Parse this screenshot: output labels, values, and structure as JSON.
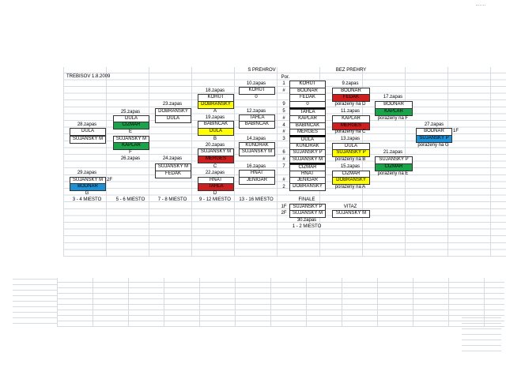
{
  "sheet": {
    "title": "TREBISOV 1.8.2009",
    "col_headers": {
      "s_prehrov": "S PREHROV",
      "bez_prehry": "BEZ PREHRY",
      "por": "Por."
    },
    "column_a": {
      "z28": "28.zapas",
      "dula": "DULA",
      "sujansky_m": "SUJANSKY M",
      "z29": "29.zapas",
      "sujansky_m2": "SUJANSKY M",
      "bodnar": "BODNAR",
      "mark_2f": "2F",
      "g": "G",
      "place": "3 - 4 MIESTO"
    },
    "column_b": {
      "z25": "25.zapas",
      "dula": "DULA",
      "cizmar": "CIZMAR",
      "e": "E",
      "sujansky_m": "SUJANSKY M",
      "kaplar": "KAPLAR",
      "f": "F",
      "z26": "26.zapas",
      "place": "5 - 6 MIESTO"
    },
    "column_c": {
      "z23": "23.zapas",
      "dobransky": "DOBRANSKY",
      "dula": "DULA",
      "z24": "24.zapas",
      "sujansky_m": "SUJANSKY M",
      "fedak": "FEDAK",
      "place": "7 - 8 MIESTO"
    },
    "column_d": {
      "z18": "18.zapas",
      "kohut": "KOHUT",
      "dobransky": "DOBRANSKY",
      "a": "A",
      "z19": "19.zapas",
      "babincak": "BABINCAK",
      "dula": "DULA",
      "b": "B",
      "z20": "20.zapas",
      "sujansky_m": "SUJANSKY M",
      "merges": "MERGES",
      "c": "C",
      "z22": "22.zapas",
      "hnat": "HNAT",
      "tahla": "TAHLA",
      "d": "D",
      "place": "9 - 12 MIESTO"
    },
    "column_e": {
      "z10": "10.zapas",
      "kohut": "KOHUT",
      "zero": "0",
      "z12": "12.zapas",
      "tahla": "TAHLA",
      "babincak": "BABINCAK",
      "z14": "14.zapas",
      "kundrak": "KUNDRAK",
      "sujansky_m": "SUJANSKY M",
      "z16": "16.zapas",
      "hnat": "HNAT",
      "jenigar": "JENIGAR",
      "place": "13 - 16 MIESTO"
    },
    "por_column": {
      "rows": [
        "1",
        "#",
        "9",
        "5",
        "#",
        "4",
        "#",
        "3",
        "6",
        "#",
        "7",
        "#",
        "2"
      ],
      "f1": "1F",
      "f2": "2F"
    },
    "column_f": {
      "kohut": "KOHUT",
      "bodnar": "BODNAR",
      "fedak": "FEDAK",
      "zero": "0",
      "tahla": "TAHLA",
      "kaplar": "KAPLAR",
      "babincak": "BABINCAK",
      "merges": "MERGES",
      "dula": "DULA",
      "kundrak": "KUNDRAK",
      "sujansky_p": "SUJANSKY P",
      "sujansky_m": "SUJANSKY M",
      "cizmar": "CIZMAR",
      "hnat": "HNAT",
      "jenigar": "JENIGAR",
      "dobransky": "DOBRANSKY",
      "finale": "FINALE",
      "fin_p": "SUJANSKY P",
      "fin_m": "SUJANSKY M",
      "z30": "30.zapas",
      "place": "1 - 2 MIESTO"
    },
    "column_g": {
      "z9": "9.zapas",
      "bodnar": "BODNAR",
      "red1": "FEDAK",
      "por_d": "porazeny na D",
      "z11": "11.zapas",
      "kaplar": "KAPLAR",
      "merges": "MERGES",
      "por_c": "porazeny na C",
      "z13": "13.zapas",
      "dula": "DULA",
      "sujansky_p": "SUJANSKY P",
      "por_b": "porazeny na B",
      "z15": "15.zapas",
      "cizmar": "CIZMAR",
      "dobransky": "DOBRANSKY",
      "por_a": "porazeny na A",
      "vitaz": "VITAZ",
      "vitaz_name": "SUJANSKY M"
    },
    "column_h": {
      "z17": "17.zapas",
      "bodnar": "BODNAR",
      "kaplar": "KAPLAR",
      "por_f": "porazeny na F",
      "z21": "21.zapas",
      "sujansky_p": "SUJANSKY P",
      "cizmar": "CIZMAR",
      "por_e": "porazeny na E"
    },
    "column_i": {
      "z27": "27.zapas",
      "bodnar": "BODNAR",
      "mark_1f": "1F",
      "sujansky_p": "SUJANSKY P",
      "por_g": "porazeny na  G"
    }
  },
  "colors": {
    "yellow": "#ffff00",
    "green": "#1aa34a",
    "blue": "#1e90d6",
    "red": "#cc1f1f",
    "grid": "#d6dbe2"
  }
}
